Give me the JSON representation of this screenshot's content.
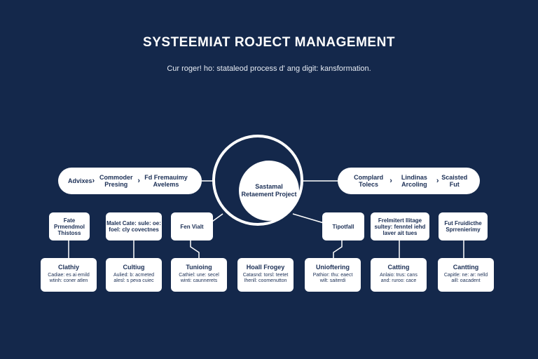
{
  "header": {
    "title": "SYSTEEMIAT ROJECT MANAGEMENT",
    "subtitle": "Cur roger! ho: stataleod process d' ang digit: kansformation."
  },
  "left_pill": {
    "segments": [
      "Advixes",
      "Commoder Presing",
      "Fd Fremauimy Avelems"
    ]
  },
  "right_pill": {
    "segments": [
      "Complard Tolecs",
      "Lindinas Arcoling",
      "Scaisted Fut"
    ]
  },
  "center": {
    "label": "Sastamal Retaement Project"
  },
  "callouts": [
    "Fate Prmendmol Thistoss",
    "Malet Cate: sule: oe: foel: cly covectnes",
    "Fen Vialt",
    "Tipotfall",
    "Frelmitert Ilitage sultey: fenntel iehd laver ait tues",
    "Fut Fruidicthe Sprrenierimy"
  ],
  "cards": [
    {
      "title": "Clathiy",
      "desc": "Cadiae: es ai emild\nwtinh: coner atlen"
    },
    {
      "title": "Cultiug",
      "desc": "Aulied: b: acmeted\nalesl: s peva cuiec"
    },
    {
      "title": "Tunioing",
      "desc": "Cathiel: une: secel\nwinti: caunnerets"
    },
    {
      "title": "Hoall Frogey",
      "desc": "Catasnd: torsl: teetet\nIhenll: coomenutton"
    },
    {
      "title": "Unioftering",
      "desc": "Pathior: thu: eaect\nwilt: saiterdi"
    },
    {
      "title": "Catting",
      "desc": "Anlaio: trus: cans\nand: ruroo: cace"
    },
    {
      "title": "Cantting",
      "desc": "Capitle: ne: ar: nelld\naill: oacadent"
    }
  ],
  "colors": {
    "background": "#14284b",
    "node": "#ffffff",
    "text": "#1b2f55"
  }
}
